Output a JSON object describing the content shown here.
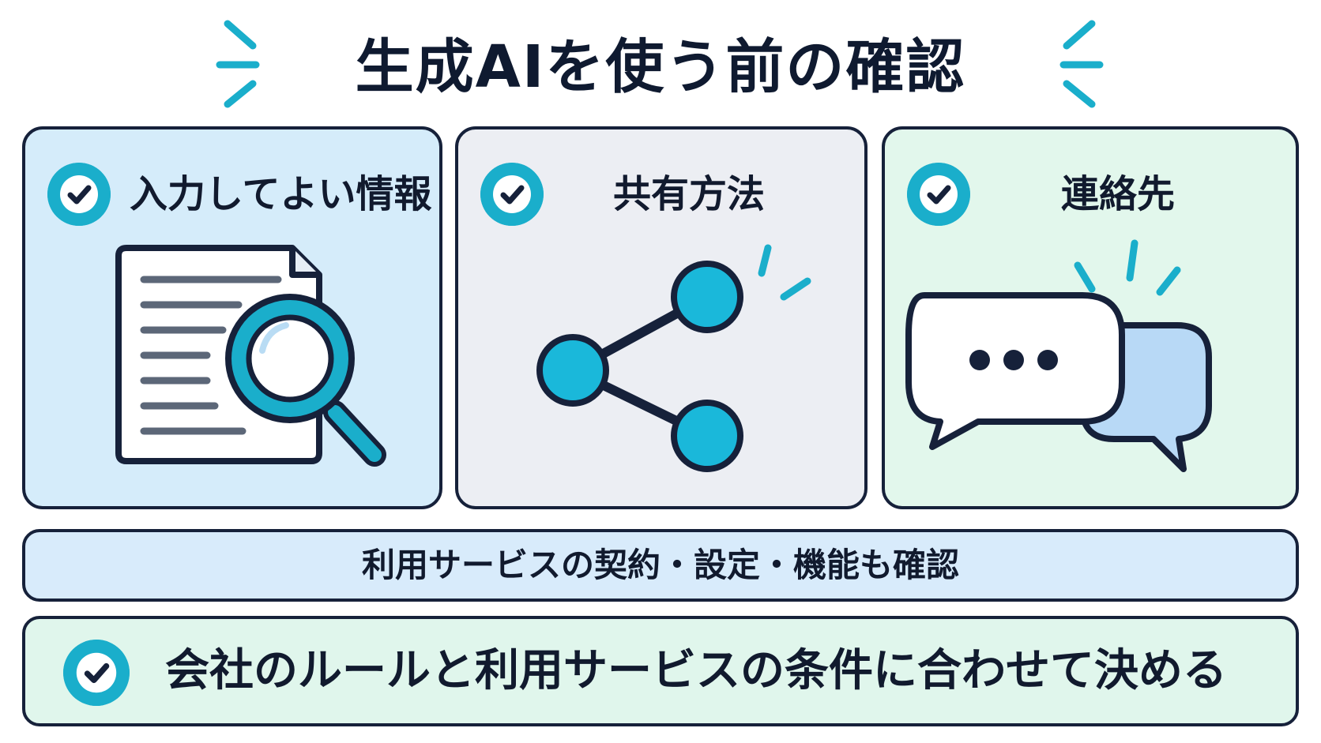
{
  "title": "生成AIを使う前の確認",
  "cards": [
    {
      "title": "入力してよい情報",
      "icon": "document-search-icon"
    },
    {
      "title": "共有方法",
      "icon": "share-icon"
    },
    {
      "title": "連絡先",
      "icon": "chat-bubbles-icon"
    }
  ],
  "note_bar": {
    "text": "利用サービスの契約・設定・機能も確認"
  },
  "conclusion_bar": {
    "text": "会社のルールと利用サービスの条件に合わせて決める",
    "icon": "check-icon"
  },
  "colors": {
    "accent": "#1aaecb",
    "outline": "#16213a",
    "card1_bg": "#d5ecfa",
    "card2_bg": "#eceef3",
    "card3_bg": "#e2f7ec",
    "note_bg": "#d8ebfb",
    "conclusion_bg": "#e0f6ec"
  }
}
